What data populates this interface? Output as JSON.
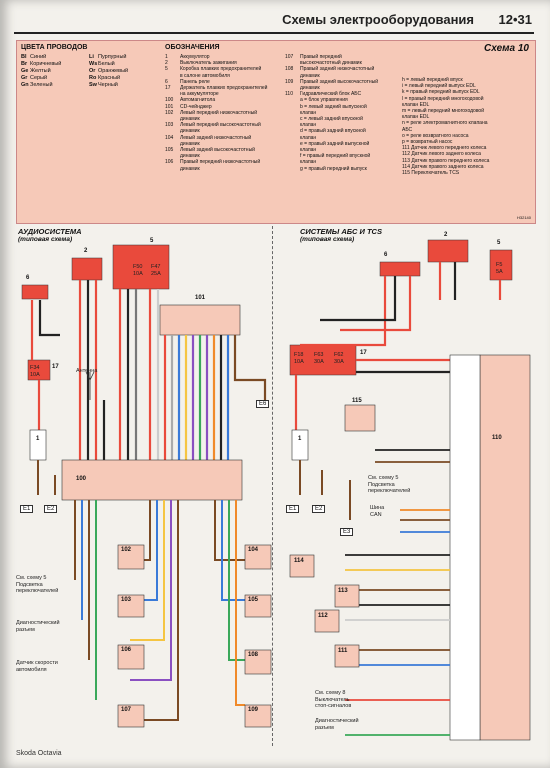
{
  "header": {
    "title": "Схемы электрооборудования",
    "page": "12•31"
  },
  "legend": {
    "scheme": "Схема 10",
    "wire_colors_title": "ЦВЕТА ПРОВОДОВ",
    "wire_colors": [
      {
        "code": "Bl",
        "name": "Синий"
      },
      {
        "code": "Br",
        "name": "Коричневый"
      },
      {
        "code": "Ge",
        "name": "Желтый"
      },
      {
        "code": "Gr",
        "name": "Серый"
      },
      {
        "code": "Gn",
        "name": "Зеленый"
      },
      {
        "code": "Li",
        "name": "Пурпурный"
      },
      {
        "code": "Ws",
        "name": "Белый"
      },
      {
        "code": "Or",
        "name": "Оранжевый"
      },
      {
        "code": "Ro",
        "name": "Красный"
      },
      {
        "code": "Sw",
        "name": "Черный"
      }
    ],
    "designations_title": "ОБОЗНАЧЕНИЯ",
    "designations": [
      {
        "n": "1",
        "t": "Аккумулятор"
      },
      {
        "n": "2",
        "t": "Выключатель зажигания"
      },
      {
        "n": "5",
        "t": "Коробка плавких предохранителей"
      },
      {
        "n": "",
        "t": "в салоне автомобиля"
      },
      {
        "n": "6",
        "t": "Панель реле"
      },
      {
        "n": "17",
        "t": "Держатель плавких предохранителей"
      },
      {
        "n": "",
        "t": "на аккумуляторе"
      },
      {
        "n": "100",
        "t": "Автомагнитола"
      },
      {
        "n": "101",
        "t": "CD-чейнджер"
      },
      {
        "n": "102",
        "t": "Левый передний низкочастотный"
      },
      {
        "n": "",
        "t": "динамик"
      },
      {
        "n": "103",
        "t": "Левый передний высокочастотный"
      },
      {
        "n": "",
        "t": "динамик"
      },
      {
        "n": "104",
        "t": "Левый задний низкочастотный"
      },
      {
        "n": "",
        "t": "динамик"
      },
      {
        "n": "105",
        "t": "Левый задний высокочастотный"
      },
      {
        "n": "",
        "t": "динамик"
      },
      {
        "n": "106",
        "t": "Правый передний низкочастотный"
      },
      {
        "n": "",
        "t": "динамик"
      }
    ],
    "designations2": [
      {
        "n": "107",
        "t": "Правый передний"
      },
      {
        "n": "",
        "t": "высокочастотный динамик"
      },
      {
        "n": "108",
        "t": "Правый задний низкочастотный"
      },
      {
        "n": "",
        "t": "динамик"
      },
      {
        "n": "109",
        "t": "Правый задний высокочастотный"
      },
      {
        "n": "",
        "t": "динамик"
      },
      {
        "n": "110",
        "t": "Гидравлический блок АБС"
      },
      {
        "n": "",
        "t": "a = блок управления"
      },
      {
        "n": "",
        "t": "b = левый задний выпускной"
      },
      {
        "n": "",
        "t": "клапан"
      },
      {
        "n": "",
        "t": "c = левый задний впускной"
      },
      {
        "n": "",
        "t": "клапан"
      },
      {
        "n": "",
        "t": "d = правый задний впускной"
      },
      {
        "n": "",
        "t": "клапан"
      },
      {
        "n": "",
        "t": "e = правый задний выпускной"
      },
      {
        "n": "",
        "t": "клапан"
      },
      {
        "n": "",
        "t": "f = правый передний впускной"
      },
      {
        "n": "",
        "t": "клапан"
      },
      {
        "n": "",
        "t": "g = правый передний выпуск"
      }
    ],
    "designations3": [
      {
        "t": "h = левый передний впуск"
      },
      {
        "t": "i = левый передний выпуск EDL"
      },
      {
        "t": "k = правый передний выпуск EDL"
      },
      {
        "t": "l = правый передний многоходовой"
      },
      {
        "t": "клапан EDL"
      },
      {
        "t": "m = левый передний многоходовой"
      },
      {
        "t": "клапан EDL"
      },
      {
        "t": "n = реле электромагнитного клапана"
      },
      {
        "t": "АБС"
      },
      {
        "t": "o = реле возвратного насоса"
      },
      {
        "t": "p = возвратный насос"
      },
      {
        "t": "111 Датчик левого переднего колеса"
      },
      {
        "t": "112 Датчик левого заднего колеса"
      },
      {
        "t": "113 Датчик правого переднего колеса"
      },
      {
        "t": "114 Датчик правого заднего колеса"
      },
      {
        "t": "115 Переключатель TCS"
      }
    ],
    "code_ref": "H32140"
  },
  "left_section": {
    "title": "АУДИОСИСТЕМА",
    "subtitle": "(типовая схема)"
  },
  "right_section": {
    "title": "СИСТЕМЫ АБС И TCS",
    "subtitle": "(типовая схема)"
  },
  "left_labels": {
    "antenna": "Антенна",
    "switch_ref": "См. схему 5\nПодсветка\nпереключателей",
    "diag": "Диагностический\nразъем",
    "speed": "Датчик скорости\nавтомобиля",
    "fuses": [
      "F50\n10A",
      "F47\n25A"
    ],
    "fuse_f34": "F34\n10A"
  },
  "right_labels": {
    "switch_ref": "См. схему 5\nПодсветка\nпереключателей",
    "can": "Шина\nCAN",
    "brake_ref": "См. схему 8\nВыключатель\nстоп-сигналов",
    "diag": "Диагностический\nразъем",
    "fuses": [
      "F18\n10A",
      "F63\n30A",
      "F62\n30A"
    ],
    "fuse_f5": "F5\n5A"
  },
  "components": {
    "c1": "1",
    "c2": "2",
    "c5": "5",
    "c6": "6",
    "c17": "17",
    "c100": "100",
    "c101": "101",
    "c102": "102",
    "c103": "103",
    "c104": "104",
    "c105": "105",
    "c106": "106",
    "c107": "107",
    "c108": "108",
    "c109": "109",
    "c110": "110",
    "c111": "111",
    "c112": "112",
    "c113": "113",
    "c114": "114",
    "c115": "115",
    "e1": "E1",
    "e2": "E2",
    "e3": "E3",
    "e6": "E6"
  },
  "footer": "Skoda Octavia"
}
